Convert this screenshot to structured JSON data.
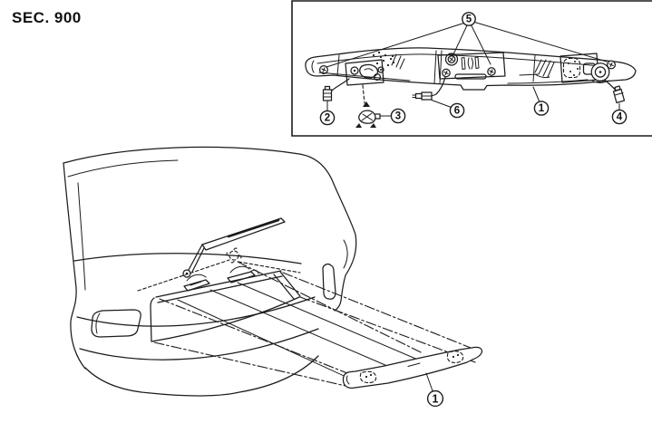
{
  "page": {
    "background_color": "#ffffff",
    "line_color": "#1c1c1c"
  },
  "header": {
    "section_label": "SEC. 900"
  },
  "inset": {
    "callouts": {
      "c1": "1",
      "c2": "2",
      "c3": "3",
      "c4": "4",
      "c5": "5",
      "c6": "6"
    }
  },
  "main": {
    "callouts": {
      "c1": "1"
    }
  }
}
